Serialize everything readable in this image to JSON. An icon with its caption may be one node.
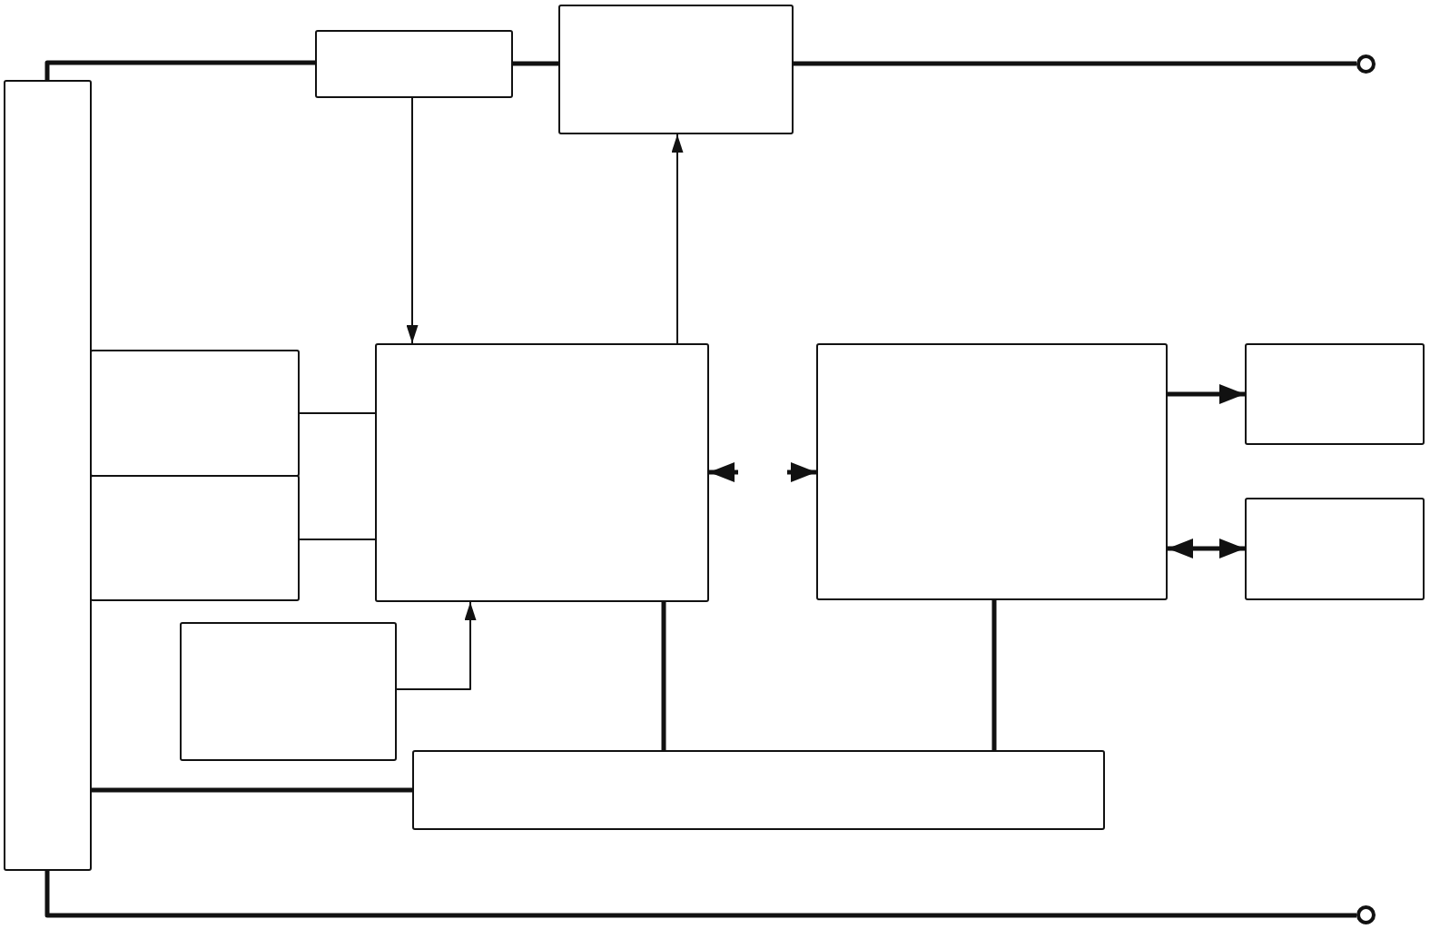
{
  "diagram": {
    "nodes": [
      {
        "text": [],
        "shape": "box"
      },
      {
        "text": [],
        "shape": "box"
      },
      {
        "text": [],
        "shape": "box"
      },
      {
        "text": [],
        "shape": "box"
      },
      {
        "text": [],
        "shape": "box"
      },
      {
        "text": [],
        "shape": "box"
      },
      {
        "text": [],
        "shape": "box"
      },
      {
        "text": [],
        "shape": "box"
      },
      {
        "text": [],
        "shape": "box"
      },
      {
        "text": [],
        "shape": "box"
      },
      {
        "text": [],
        "shape": "box"
      },
      {
        "text": [],
        "shape": "circle"
      },
      {
        "text": [],
        "shape": "circle"
      }
    ],
    "edges": [
      {
        "from": 0,
        "to": 1,
        "arrow": "none"
      },
      {
        "from": 1,
        "to": 2,
        "arrow": "none"
      },
      {
        "from": 2,
        "to": 11,
        "arrow": "none"
      },
      {
        "from": 1,
        "to": 5,
        "arrow": "to"
      },
      {
        "from": 5,
        "to": 2,
        "arrow": "to"
      },
      {
        "from": 3,
        "to": 5,
        "arrow": "none"
      },
      {
        "from": 4,
        "to": 5,
        "arrow": "none"
      },
      {
        "from": 9,
        "to": 5,
        "arrow": "to"
      },
      {
        "from": null,
        "to": 5,
        "arrow": "to"
      },
      {
        "from": null,
        "to": 6,
        "arrow": "to"
      },
      {
        "from": 6,
        "to": 7,
        "arrow": "to"
      },
      {
        "from": 6,
        "to": 8,
        "arrow": "both"
      },
      {
        "from": 5,
        "to": 10,
        "arrow": "none"
      },
      {
        "from": 6,
        "to": 10,
        "arrow": "none"
      },
      {
        "from": 0,
        "to": 10,
        "arrow": "none"
      },
      {
        "from": 0,
        "to": 12,
        "arrow": "none"
      }
    ]
  }
}
